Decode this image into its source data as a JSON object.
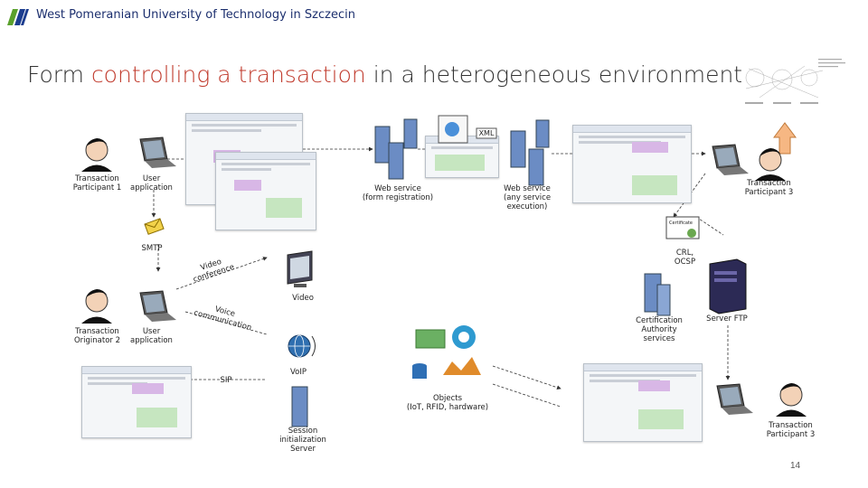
{
  "header": {
    "university": "West Pomeranian University of Technology in Szczecin"
  },
  "title": {
    "part1": "Form ",
    "accent": "controlling a transaction",
    "part2": " in a heterogeneous environment"
  },
  "labels": {
    "participant1": "Transaction\nParticipant 1",
    "user_app1": "User\napplication",
    "smtp": "SMTP",
    "video_conference": "Video conference",
    "voice_communication": "Voice communication",
    "originator2": "Transaction\nOriginator 2",
    "user_app2": "User\napplication",
    "sip": "SIP",
    "video": "Video",
    "voip": "VoIP",
    "session_server": "Session\ninitialization Server",
    "ws_form": "Web service\n(form registration)",
    "ws_exec": "Web service\n(any service execution)",
    "xml": "XML",
    "participant3": "Transaction\nParticipant 3",
    "crl_ocsp": "CRL, OCSP",
    "cert_authority": "Certification\nAuthority\nservices",
    "server_ftp": "Server FTP",
    "objects": "Objects\n(IoT, RFID, hardware)",
    "participant3b": "Transaction\nParticipant 3",
    "certificate": "Certificate"
  },
  "page_number": "14",
  "colors": {
    "header_text": "#1c2f6e",
    "accent": "#c0392b",
    "logo_green": "#5aa02c",
    "logo_blue": "#1c3d8f"
  }
}
